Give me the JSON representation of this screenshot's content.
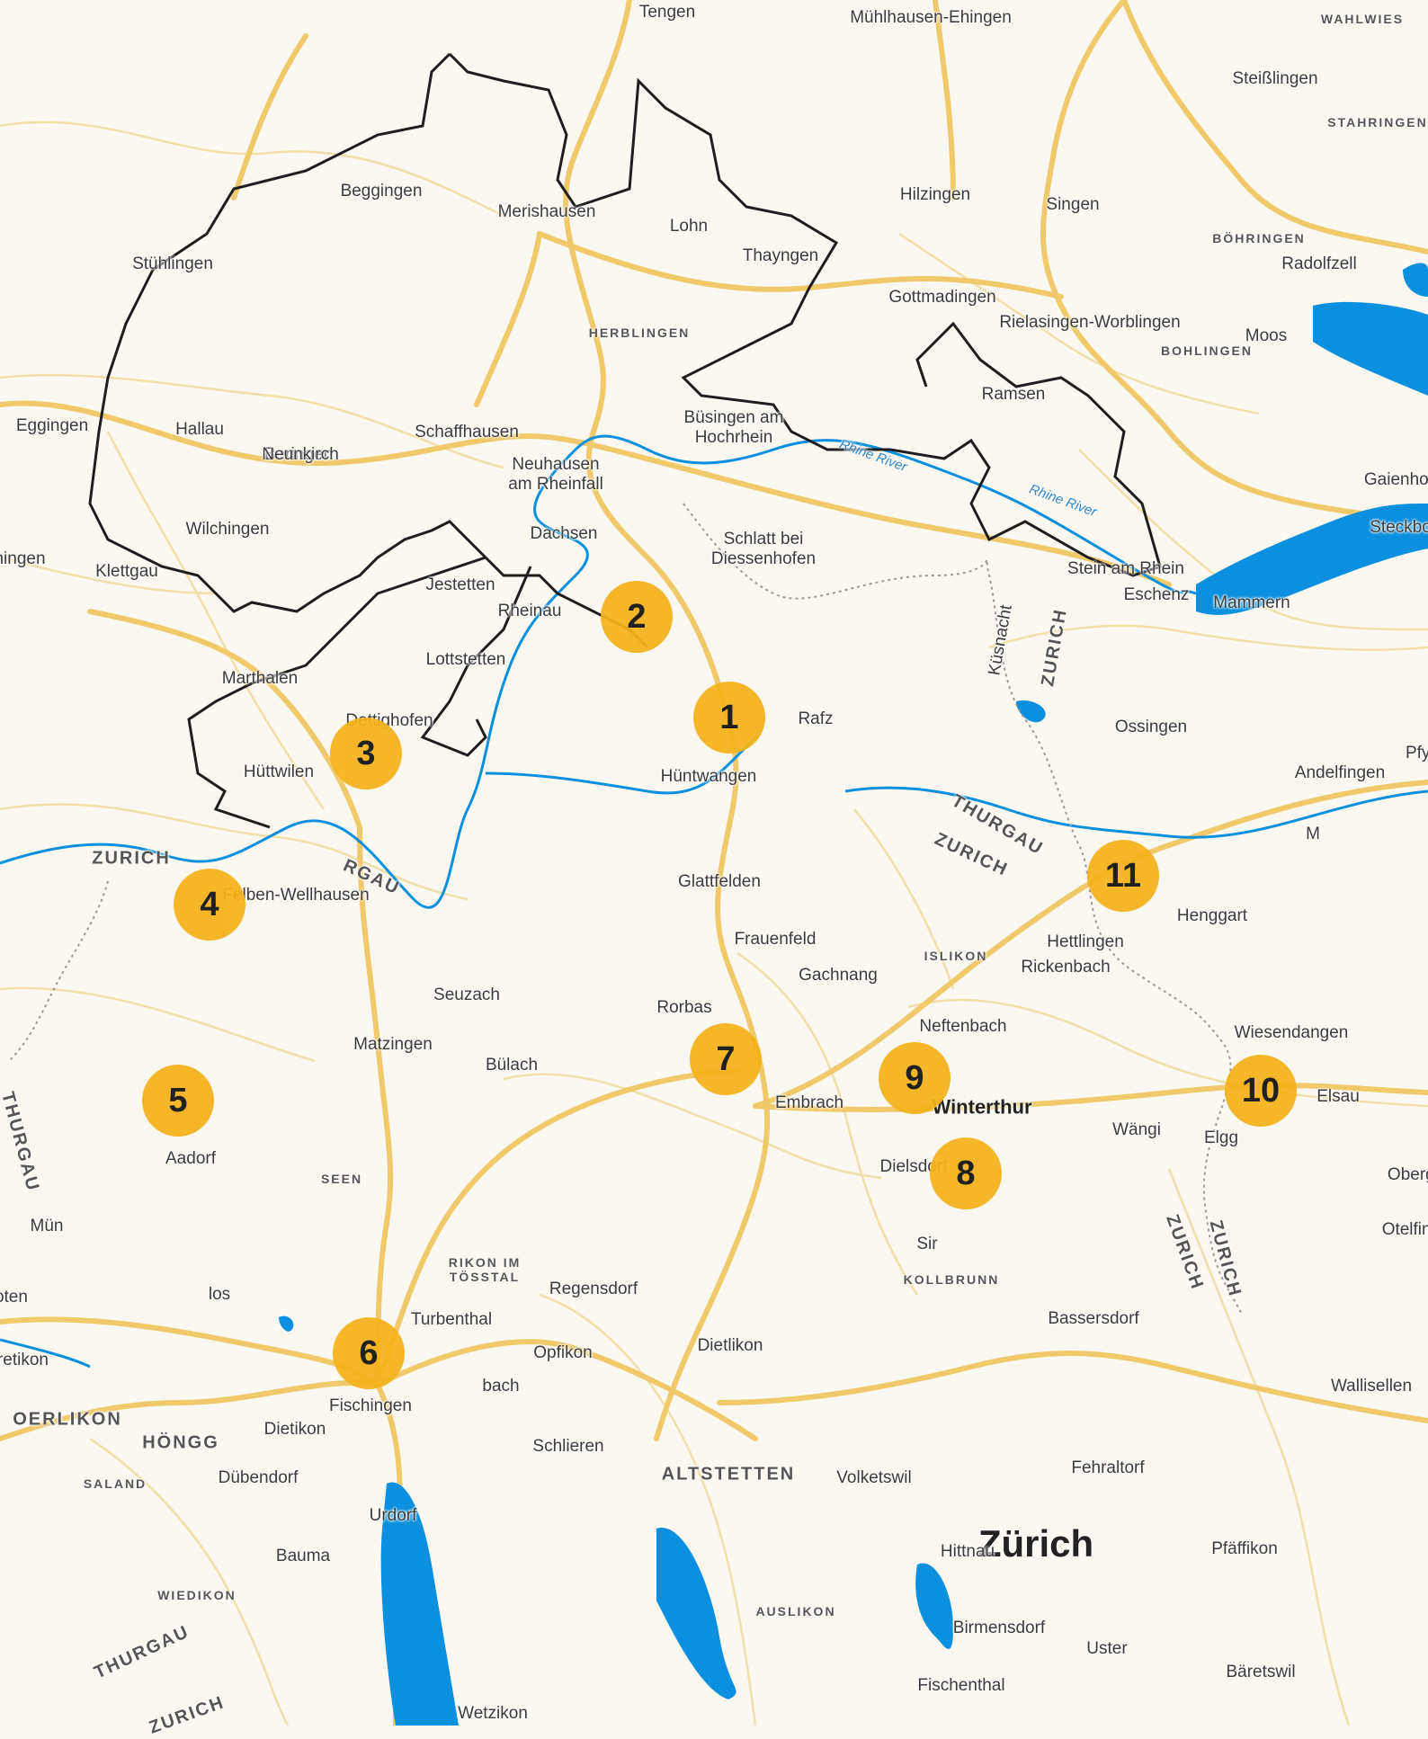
{
  "colors": {
    "land": "#fbf8f1",
    "road": "#efc96a",
    "minor_road": "#f0dfa8",
    "water": "#0a90de",
    "border": "#1e1e1e",
    "marker": "#f5b31a"
  },
  "labels": [
    {
      "text": "Tengen",
      "cls": "town"
    },
    {
      "text": "Mühlhausen-Ehingen",
      "cls": "town"
    },
    {
      "text": "WAHLWIES",
      "cls": "district"
    },
    {
      "text": "Steißlingen",
      "cls": "town"
    },
    {
      "text": "STAHRINGEN",
      "cls": "district"
    },
    {
      "text": "Beggingen",
      "cls": "town"
    },
    {
      "text": "Merishausen",
      "cls": "town"
    },
    {
      "text": "Hilzingen",
      "cls": "town"
    },
    {
      "text": "Singen",
      "cls": "town"
    },
    {
      "text": "Lohn",
      "cls": "town"
    },
    {
      "text": "BÖHRINGEN",
      "cls": "district"
    },
    {
      "text": "Stühlingen",
      "cls": "town"
    },
    {
      "text": "Thayngen",
      "cls": "town"
    },
    {
      "text": "Radolfzell",
      "cls": "town"
    },
    {
      "text": "Gottmadingen",
      "cls": "town"
    },
    {
      "text": "HERBLINGEN",
      "cls": "district"
    },
    {
      "text": "Rielasingen-Worblingen",
      "cls": "town"
    },
    {
      "text": "BOHLINGEN",
      "cls": "district"
    },
    {
      "text": "Moos",
      "cls": "town"
    },
    {
      "text": "Ramsen",
      "cls": "town"
    },
    {
      "text": "Eggingen",
      "cls": "town"
    },
    {
      "text": "Hallau",
      "cls": "town"
    },
    {
      "text": "Beringen",
      "cls": "town"
    },
    {
      "text": "Schaffhausen",
      "cls": "town"
    },
    {
      "text": "Büsingen am\nHochrhein",
      "cls": "town"
    },
    {
      "text": "Neunkirch",
      "cls": "town"
    },
    {
      "text": "Neuhausen\nam Rheinfall",
      "cls": "town"
    },
    {
      "text": "Gaienhofen",
      "cls": "town"
    },
    {
      "text": "Wilchingen",
      "cls": "town"
    },
    {
      "text": "Dachsen",
      "cls": "town"
    },
    {
      "text": "Schlatt bei\nDiessenhofen",
      "cls": "town"
    },
    {
      "text": "Steckborn",
      "cls": "town"
    },
    {
      "text": "hingen",
      "cls": "town"
    },
    {
      "text": "Klettgau",
      "cls": "town"
    },
    {
      "text": "Stein am Rhein",
      "cls": "town"
    },
    {
      "text": "Jestetten",
      "cls": "town"
    },
    {
      "text": "Eschenz",
      "cls": "town"
    },
    {
      "text": "Mammern",
      "cls": "town"
    },
    {
      "text": "Rheinau",
      "cls": "town"
    },
    {
      "text": "Lottstetten",
      "cls": "town"
    },
    {
      "text": "Marthalen",
      "cls": "town"
    },
    {
      "text": "Dettighofen",
      "cls": "town"
    },
    {
      "text": "Rafz",
      "cls": "town"
    },
    {
      "text": "Ossingen",
      "cls": "town"
    },
    {
      "text": "Hüttwilen",
      "cls": "town"
    },
    {
      "text": "Hüntwangen",
      "cls": "town"
    },
    {
      "text": "Andelfingen",
      "cls": "town"
    },
    {
      "text": "Pfyn",
      "cls": "town"
    },
    {
      "text": "M",
      "cls": "town"
    },
    {
      "text": "Felben-Wellhausen",
      "cls": "town"
    },
    {
      "text": "Glattfelden",
      "cls": "town"
    },
    {
      "text": "Henggart",
      "cls": "town"
    },
    {
      "text": "Frauenfeld",
      "cls": "town"
    },
    {
      "text": "Hettlingen",
      "cls": "town"
    },
    {
      "text": "ISLIKON",
      "cls": "district"
    },
    {
      "text": "Rickenbach",
      "cls": "town"
    },
    {
      "text": "Gachnang",
      "cls": "town"
    },
    {
      "text": "Seuzach",
      "cls": "town"
    },
    {
      "text": "Rorbas",
      "cls": "town"
    },
    {
      "text": "Neftenbach",
      "cls": "town"
    },
    {
      "text": "Wiesendangen",
      "cls": "town"
    },
    {
      "text": "Matzingen",
      "cls": "town"
    },
    {
      "text": "Bülach",
      "cls": "town"
    },
    {
      "text": "Embrach",
      "cls": "town"
    },
    {
      "text": "Winterthur",
      "cls": "city"
    },
    {
      "text": "Elsau",
      "cls": "town"
    },
    {
      "text": "Wängi",
      "cls": "town"
    },
    {
      "text": "Elgg",
      "cls": "town"
    },
    {
      "text": "Aadorf",
      "cls": "town"
    },
    {
      "text": "Dielsdorf",
      "cls": "town"
    },
    {
      "text": "SEEN",
      "cls": "district"
    },
    {
      "text": "Oberglatt",
      "cls": "town"
    },
    {
      "text": "Mün",
      "cls": "town"
    },
    {
      "text": "Otelfingen",
      "cls": "town"
    },
    {
      "text": "Sir",
      "cls": "town"
    },
    {
      "text": "KOLLBRUNN",
      "cls": "district"
    },
    {
      "text": "RIKON IM\nTÖSSTAL",
      "cls": "district"
    },
    {
      "text": "Kloten",
      "cls": "town"
    },
    {
      "text": "los",
      "cls": "town"
    },
    {
      "text": "Regensdorf",
      "cls": "town"
    },
    {
      "text": "Bassersdorf",
      "cls": "town"
    },
    {
      "text": "Turbenthal",
      "cls": "town"
    },
    {
      "text": "Opfikon",
      "cls": "town"
    },
    {
      "text": "Dietlikon",
      "cls": "town"
    },
    {
      "text": "Effretikon",
      "cls": "town"
    },
    {
      "text": "bach",
      "cls": "town"
    },
    {
      "text": "Wallisellen",
      "cls": "town"
    },
    {
      "text": "Fischingen",
      "cls": "town"
    },
    {
      "text": "OERLIKON",
      "cls": "region"
    },
    {
      "text": "Dietikon",
      "cls": "town"
    },
    {
      "text": "HÖNGG",
      "cls": "region"
    },
    {
      "text": "Schlieren",
      "cls": "town"
    },
    {
      "text": "Dübendorf",
      "cls": "town"
    },
    {
      "text": "ALTSTETTEN",
      "cls": "region"
    },
    {
      "text": "Volketswil",
      "cls": "town"
    },
    {
      "text": "Fehraltorf",
      "cls": "town"
    },
    {
      "text": "SALAND",
      "cls": "district"
    },
    {
      "text": "Urdorf",
      "cls": "town"
    },
    {
      "text": "Zürich",
      "cls": "metro"
    },
    {
      "text": "Hittnau",
      "cls": "town"
    },
    {
      "text": "Pfäffikon",
      "cls": "town"
    },
    {
      "text": "Bauma",
      "cls": "town"
    },
    {
      "text": "WIEDIKON",
      "cls": "district"
    },
    {
      "text": "Birmensdorf",
      "cls": "town"
    },
    {
      "text": "AUSLIKON",
      "cls": "district"
    },
    {
      "text": "Uster",
      "cls": "town"
    },
    {
      "text": "Bäretswil",
      "cls": "town"
    },
    {
      "text": "Fischenthal",
      "cls": "town"
    },
    {
      "text": "Wetzikon",
      "cls": "town"
    },
    {
      "text": "Küsnacht",
      "cls": "town"
    },
    {
      "text": "ZURICH",
      "cls": "region"
    },
    {
      "text": "THURGAU",
      "cls": "region"
    },
    {
      "text": "ZURICH",
      "cls": "region"
    },
    {
      "text": "THURGAU",
      "cls": "region"
    },
    {
      "text": "ZURICH",
      "cls": "region"
    },
    {
      "text": "ZURICH",
      "cls": "region"
    },
    {
      "text": "THURGAU",
      "cls": "region"
    },
    {
      "text": "ZURICH",
      "cls": "region"
    },
    {
      "text": "ZURICH",
      "cls": "region"
    },
    {
      "text": "RGAU",
      "cls": "region"
    },
    {
      "text": "Rhine River",
      "cls": "river"
    },
    {
      "text": "Rhine River",
      "cls": "river"
    },
    {
      "text": "Rhine River",
      "cls": "river"
    },
    {
      "text": "Rhine River",
      "cls": "river"
    }
  ],
  "markers": [
    "1",
    "2",
    "3",
    "4",
    "5",
    "6",
    "7",
    "8",
    "9",
    "10",
    "11"
  ]
}
